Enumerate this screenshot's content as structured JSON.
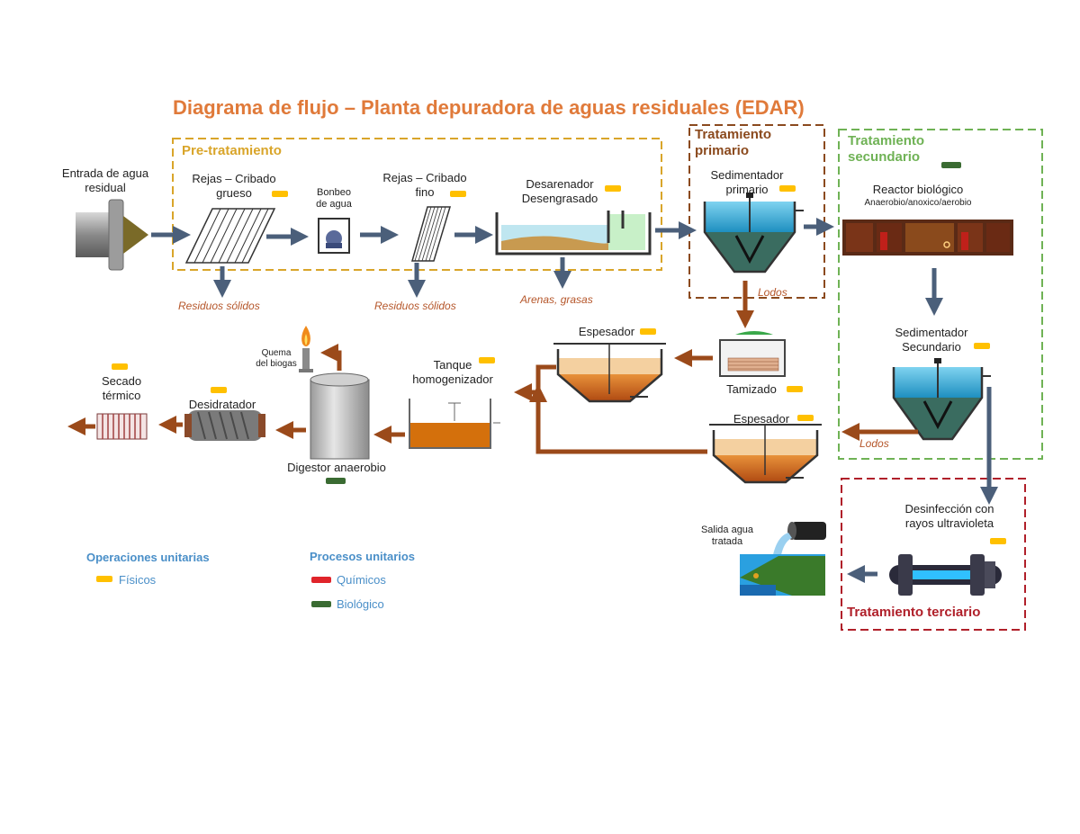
{
  "title": "Diagrama de flujo – Planta depuradora de aguas residuales (EDAR)",
  "sections": {
    "pre": "Pre-tratamiento",
    "primario": [
      "Tratamiento",
      "primario"
    ],
    "secundario": [
      "Tratamiento",
      "secundario"
    ],
    "terciario": "Tratamiento terciario"
  },
  "labels": {
    "entrada": [
      "Entrada de agua",
      "residual"
    ],
    "rejas_grueso": [
      "Rejas – Cribado",
      "grueso"
    ],
    "bombeo": [
      "Bonbeo",
      "de agua"
    ],
    "rejas_fino": [
      "Rejas – Cribado",
      "fino"
    ],
    "desarenador": [
      "Desarenador",
      "Desengrasado"
    ],
    "sed_primario": [
      "Sedimentador",
      "primario"
    ],
    "reactor": "Reactor biológico",
    "reactor_sub": "Anaerobio/anoxico/aerobio",
    "sed_secundario": [
      "Sedimentador",
      "Secundario"
    ],
    "espesador1": "Espesador",
    "espesador2": "Espesador",
    "tamizado": "Tamizado",
    "tanque": [
      "Tanque",
      "homogenizador"
    ],
    "quema": [
      "Quema",
      "del biogas"
    ],
    "digestor": "Digestor anaerobio",
    "desidratador": "Desidratador",
    "secado": [
      "Secado",
      "térmico"
    ],
    "desinfeccion": [
      "Desinfección con",
      "rayos ultravioleta"
    ],
    "salida": [
      "Salida agua",
      "tratada"
    ]
  },
  "waste": {
    "residuos1": "Residuos sólidos",
    "residuos2": "Residuos sólidos",
    "arenas": "Arenas, grasas",
    "lodos1": "Lodos",
    "lodos2": "Lodos"
  },
  "legend": {
    "operaciones": "Operaciones unitarias",
    "fisicos": "Físicos",
    "procesos": "Procesos unitarios",
    "quimicos": "Químicos",
    "biologico": "Biológico"
  },
  "colors": {
    "title": "#e07a3a",
    "pre_border": "#d9a52a",
    "primario_border": "#8b4a1e",
    "secundario_border": "#6fb255",
    "terciario_border": "#b0202a",
    "water_arrow": "#4b5f7a",
    "sludge_arrow": "#9b4a1a",
    "fisico": "#ffc000",
    "quimico": "#e0242a",
    "biologico": "#3a6b32",
    "legend_text": "#4a8fc8"
  }
}
